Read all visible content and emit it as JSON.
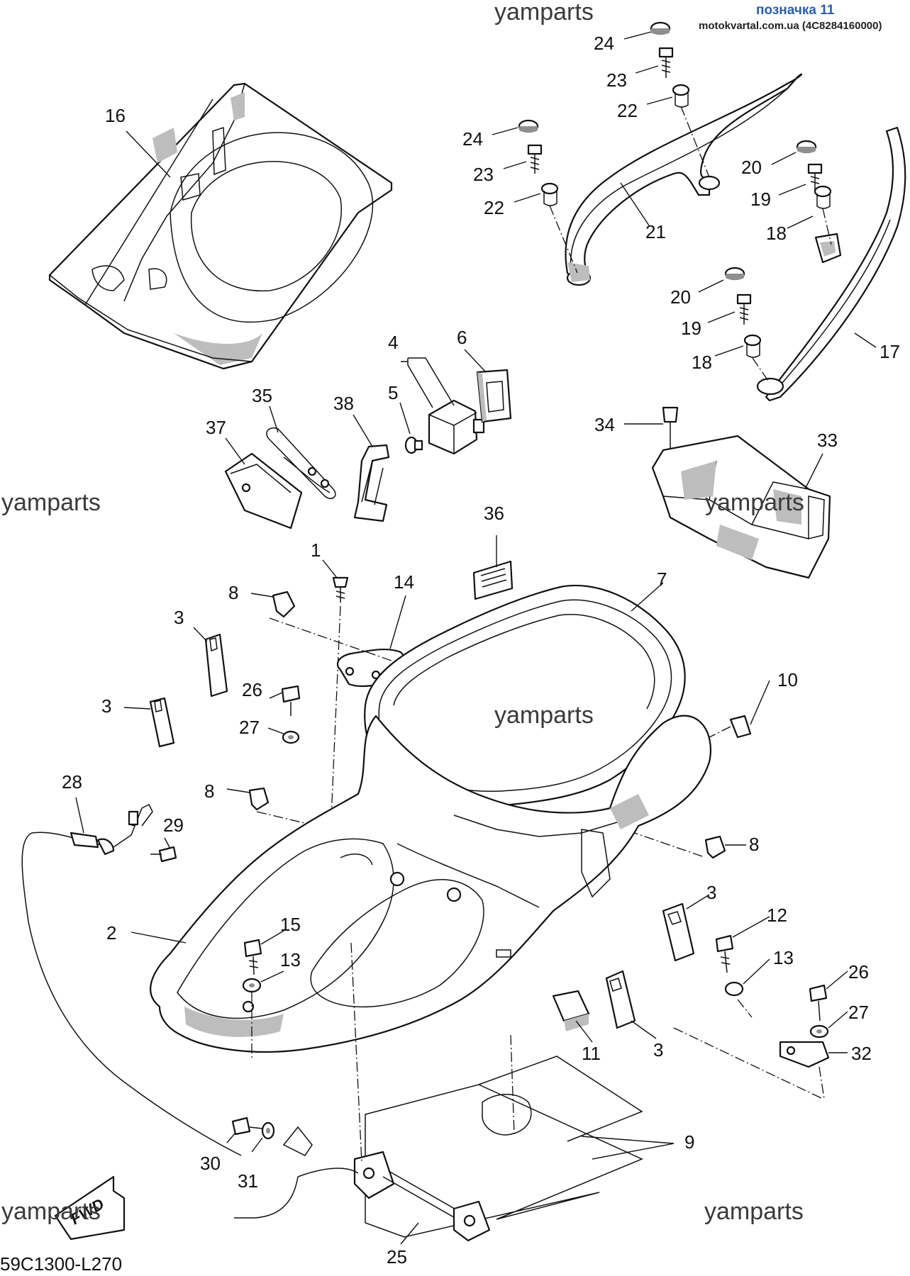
{
  "header": {
    "label": "позначка 11",
    "site": "motokvartal.com.ua (4C8284160000)"
  },
  "watermark": "yamparts",
  "diagram_code": "59C1300-L270",
  "fwd_label": "FWD",
  "callouts": {
    "p1": "1",
    "p2": "2",
    "p3a": "3",
    "p3b": "3",
    "p3c": "3",
    "p3d": "3",
    "p4": "4",
    "p5": "5",
    "p6": "6",
    "p7": "7",
    "p8a": "8",
    "p8b": "8",
    "p8c": "8",
    "p9": "9",
    "p10": "10",
    "p11": "11",
    "p12": "12",
    "p13a": "13",
    "p13b": "13",
    "p14": "14",
    "p15": "15",
    "p16": "16",
    "p17": "17",
    "p18a": "18",
    "p18b": "18",
    "p19a": "19",
    "p19b": "19",
    "p20a": "20",
    "p20b": "20",
    "p21": "21",
    "p22a": "22",
    "p22b": "22",
    "p23a": "23",
    "p23b": "23",
    "p24a": "24",
    "p24b": "24",
    "p25": "25",
    "p26a": "26",
    "p26b": "26",
    "p27a": "27",
    "p27b": "27",
    "p28": "28",
    "p29": "29",
    "p30": "30",
    "p31": "31",
    "p32": "32",
    "p33": "33",
    "p34": "34",
    "p35": "35",
    "p36": "36",
    "p37": "37",
    "p38": "38"
  },
  "colors": {
    "header_label": "#2a5db0",
    "line": "#111111",
    "shade": "#bdbdbd"
  }
}
